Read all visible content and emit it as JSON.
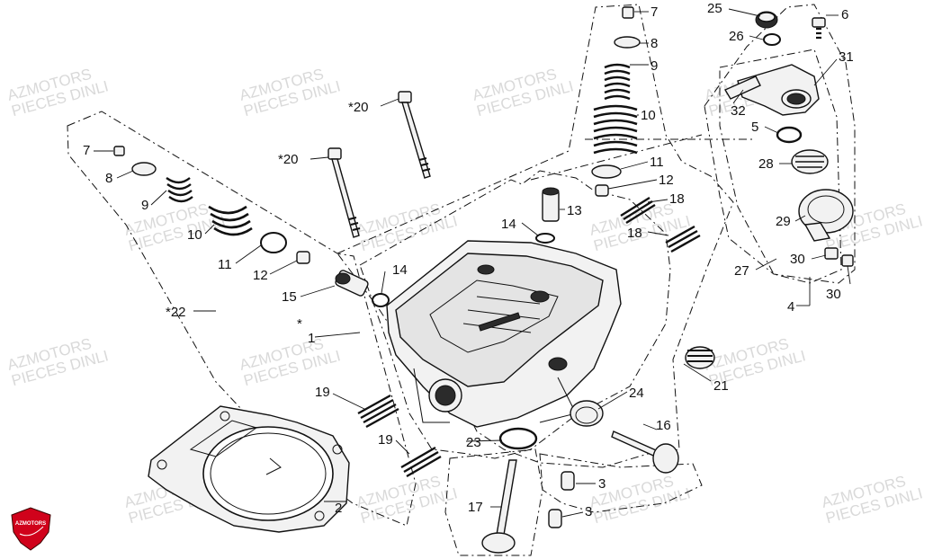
{
  "watermark": {
    "line1": "AZMOTORS",
    "line2": "PIECES DINLI"
  },
  "logo": {
    "text": "AZMOTORS",
    "color": "#d0021b"
  },
  "callouts": {
    "c7a": "7",
    "c8a": "8",
    "c9a": "9",
    "c10a": "10",
    "c11a": "11",
    "c12a": "12",
    "c18a": "18",
    "c13": "13",
    "c14a": "14",
    "c18b": "18",
    "c25": "25",
    "c26": "26",
    "c6": "6",
    "c31": "31",
    "c32": "32",
    "c5": "5",
    "c28": "28",
    "c29": "29",
    "c30a": "30",
    "c30b": "30",
    "c27": "27",
    "c4": "4",
    "c20a": "*20",
    "c20b": "*20",
    "c7b": "7",
    "c8b": "8",
    "c9b": "9",
    "c10b": "10",
    "c11b": "11",
    "c12b": "12",
    "c15": "15",
    "c14b": "14",
    "c22": "*22",
    "c1star": "*",
    "c1": "1",
    "c19a": "19",
    "c19b": "19",
    "c23": "23",
    "c24": "24",
    "c16": "16",
    "c21": "21",
    "c3a": "3",
    "c3b": "3",
    "c17": "17",
    "c2": "2"
  }
}
